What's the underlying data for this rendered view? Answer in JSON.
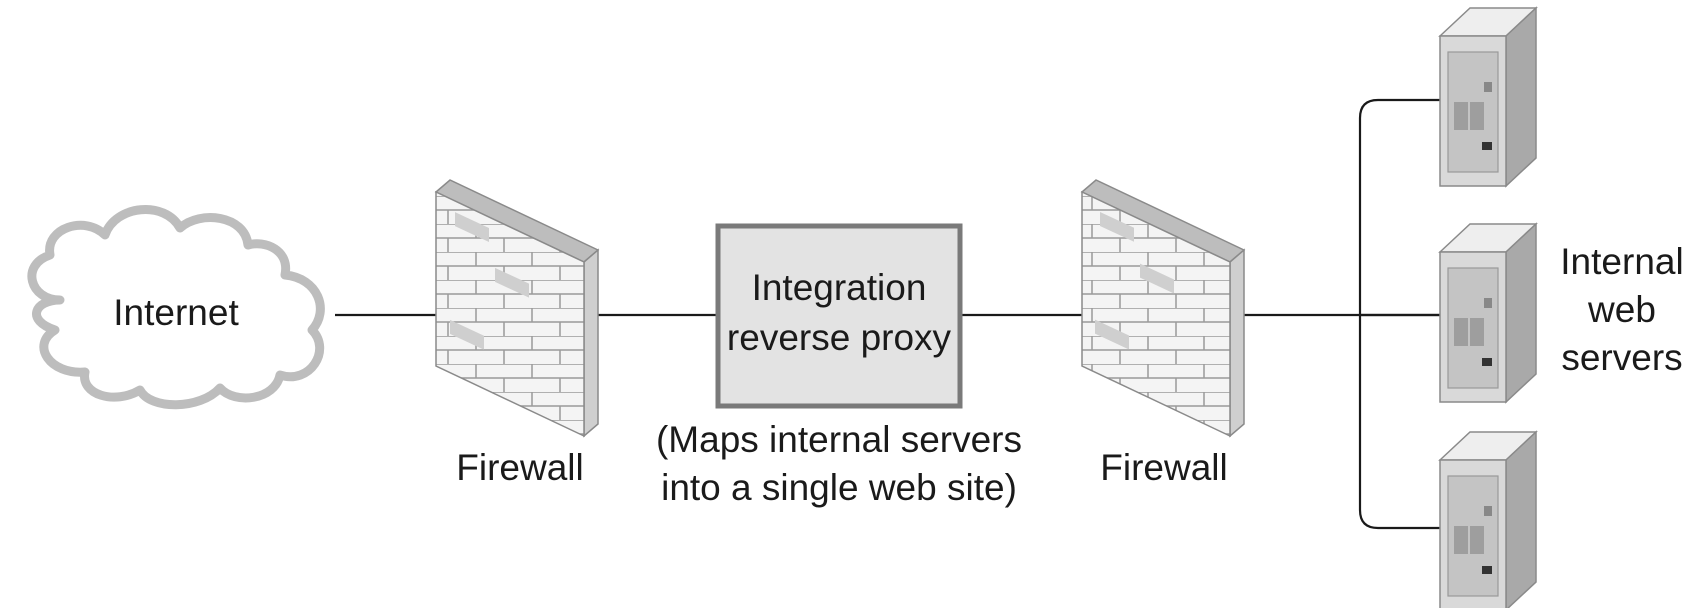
{
  "nodes": {
    "internet": {
      "label": "Internet"
    },
    "firewall_left": {
      "label": "Firewall"
    },
    "proxy": {
      "label_lines": [
        "Integration",
        "reverse proxy"
      ],
      "caption_lines": [
        "(Maps internal servers",
        "into a single web site)"
      ]
    },
    "firewall_right": {
      "label": "Firewall"
    },
    "web_servers": {
      "label_lines": [
        "Internal",
        "web",
        "servers"
      ],
      "count": 3
    }
  },
  "colors": {
    "line": "#1a1a1a",
    "box_fill": "#e3e3e3",
    "box_stroke": "#7a7a7a",
    "cloud_fill": "#ffffff",
    "cloud_stroke": "#bdbdbd",
    "brick": "#f4f4f4",
    "brick_dark": "#cfcfcf",
    "mortar": "#9a9a9a",
    "server_front": "#d9d9d9",
    "server_side": "#a9a9a9",
    "server_top": "#eeeeee"
  }
}
